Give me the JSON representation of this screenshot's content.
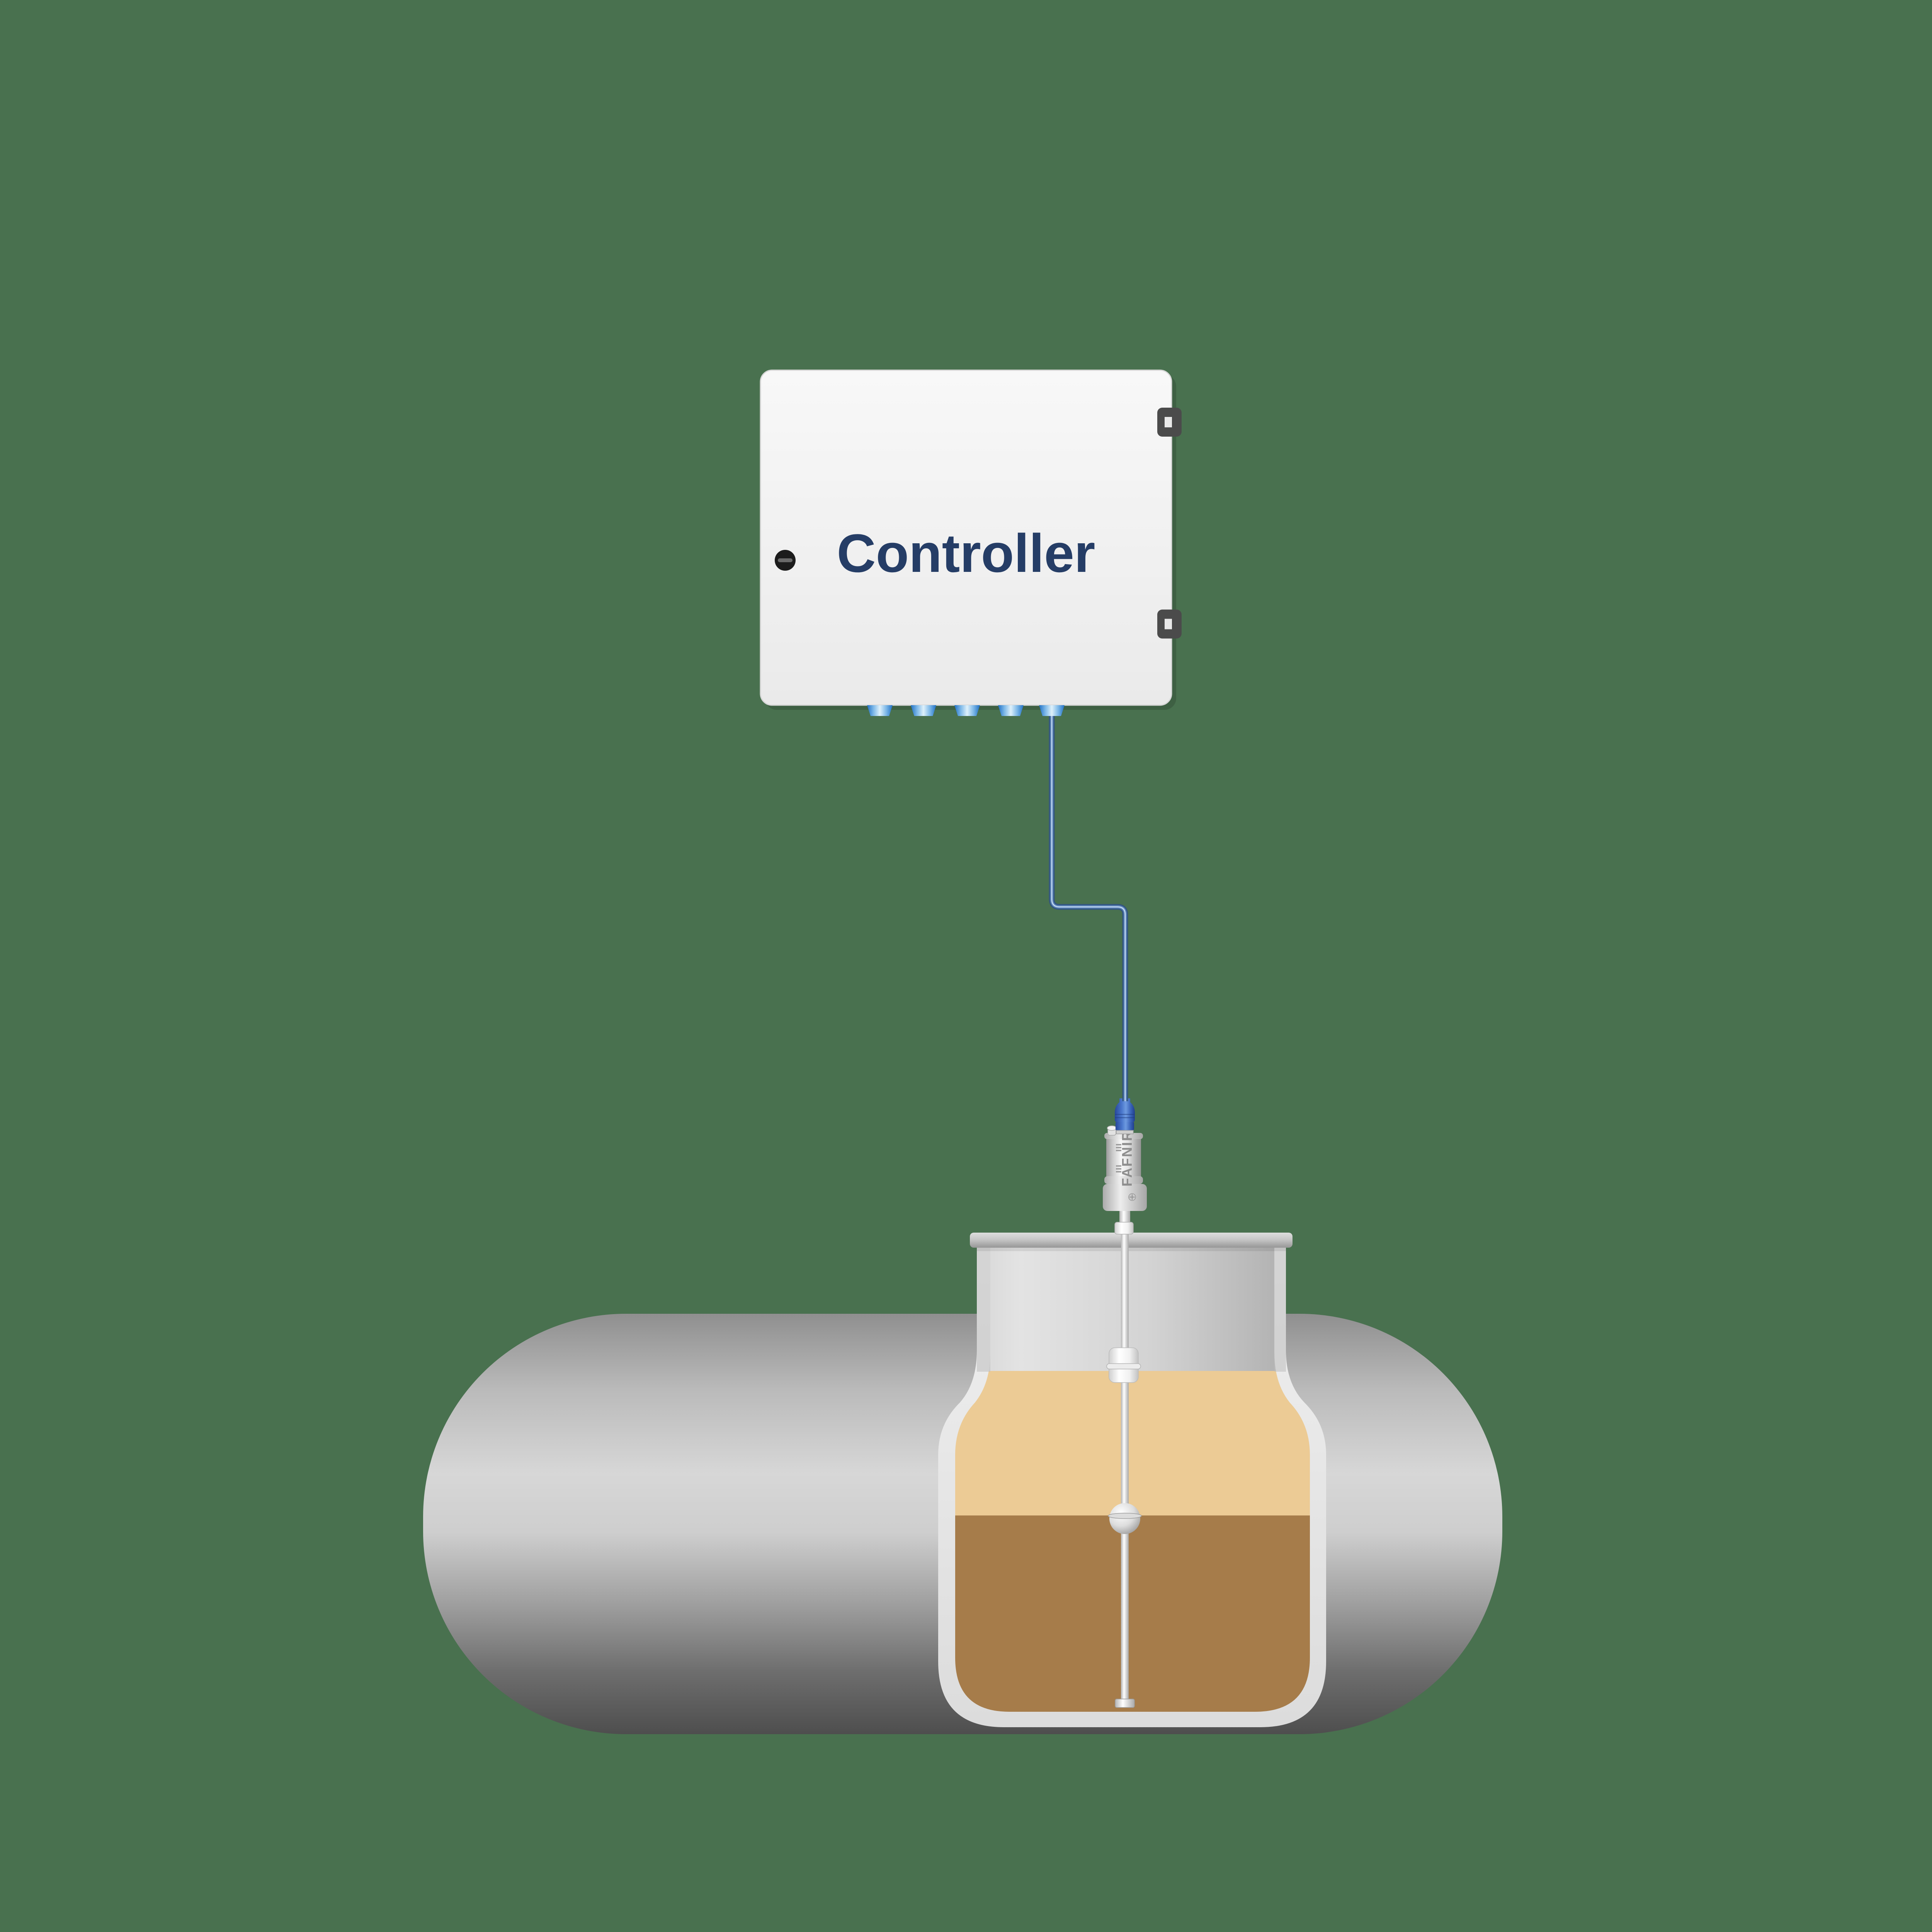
{
  "scene": {
    "background_color": "#49714F",
    "description": "Tank gauging diagram: controller cabinet wired to a FAFNIR level probe inside a horizontal storage tank"
  },
  "controller": {
    "label": "Controller",
    "label_color": "#253D66",
    "body_color": "#F0F0F0",
    "hinge_color": "#4B4B4B",
    "gland_color": "#2D7DD2",
    "glands_count": "5"
  },
  "cable": {
    "color": "#33557F",
    "route": "from fifth gland down, jog right, down to probe connector"
  },
  "probe": {
    "brand": "FAFNIR",
    "brand_color": "#8E8E8E",
    "connector_color": "#3A66C0",
    "body_color": "#E8E8E8"
  },
  "tank": {
    "shell_color": "#B5B5B5",
    "lid_color": "#C0C0C0",
    "cutaway_wall_color": "#E9E9E9"
  },
  "liquids": {
    "product_color": "#ECCB95",
    "water_color": "#A67C4A"
  },
  "floats": {
    "product_float": "cylinder float at product surface",
    "interface_float": "ball float at product/water interface"
  }
}
